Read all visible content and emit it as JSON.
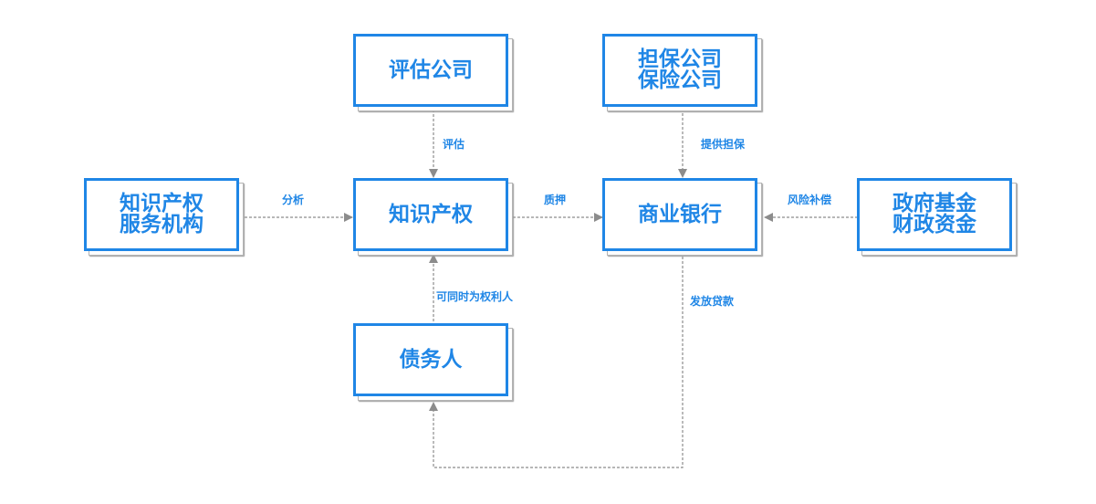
{
  "colors": {
    "box_border": "#1f86e6",
    "text": "#1f86e6",
    "arrow": "#8c8c8c",
    "shadow": "#b4b4b4"
  },
  "nodes": {
    "valuation": "评估公司",
    "guarantee": "担保公司\n保险公司",
    "service": "知识产权\n服务机构",
    "ip": "知识产权",
    "bank": "商业银行",
    "fund": "政府基金\n财政资金",
    "debtor": "债务人"
  },
  "edges": {
    "valuation_to_ip": "评估",
    "guarantee_to_bank": "提供担保",
    "service_to_ip": "分析",
    "ip_to_bank": "质押",
    "fund_to_bank": "风险补偿",
    "debtor_to_ip": "可同时为权利人",
    "bank_to_debtor": "发放贷款"
  }
}
